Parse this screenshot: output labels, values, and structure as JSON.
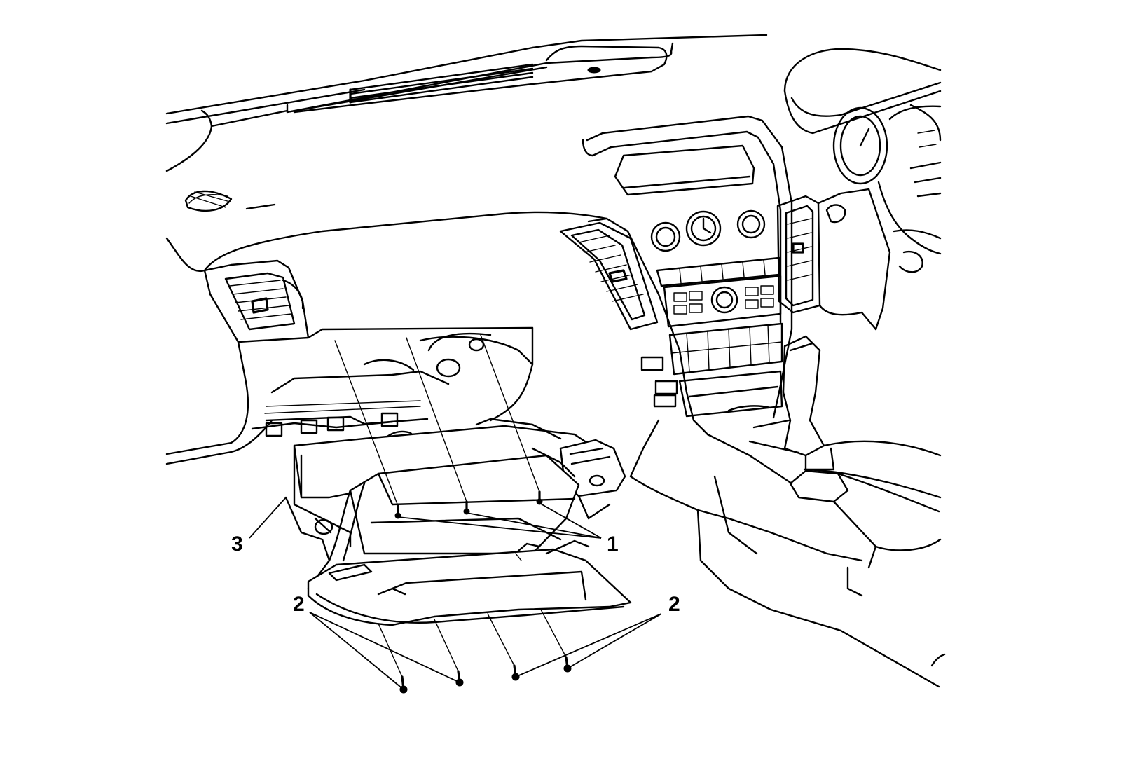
{
  "callouts": {
    "c1": "1",
    "c2_left": "2",
    "c2_right": "2",
    "c3": "3"
  },
  "colors": {
    "line": "#000000",
    "background": "#ffffff"
  }
}
